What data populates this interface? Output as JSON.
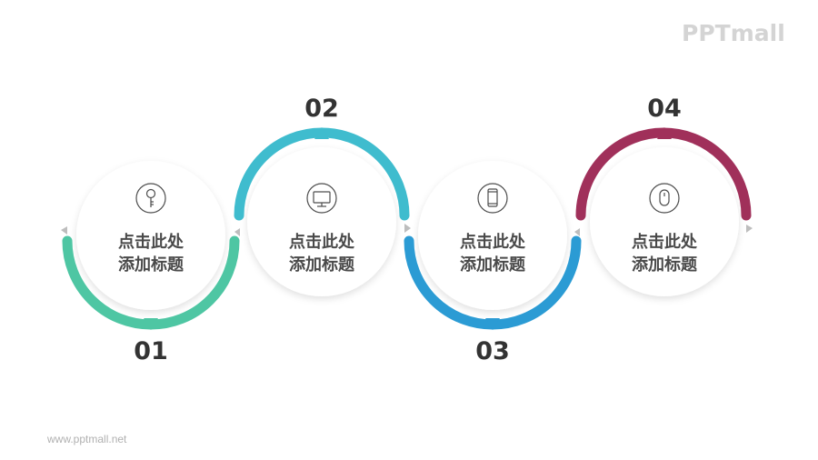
{
  "logo": {
    "text": "PPTmall"
  },
  "footer": {
    "url_text": "www.pptmall.net"
  },
  "colors": {
    "step1": "#4ec6a3",
    "step2": "#3fbcce",
    "step3": "#2b9bd4",
    "step4": "#a0305a"
  },
  "steps": [
    {
      "number": "01",
      "title_line1": "点击此处",
      "title_line2": "添加标题",
      "icon": "key-icon"
    },
    {
      "number": "02",
      "title_line1": "点击此处",
      "title_line2": "添加标题",
      "icon": "monitor-icon"
    },
    {
      "number": "03",
      "title_line1": "点击此处",
      "title_line2": "添加标题",
      "icon": "phone-icon"
    },
    {
      "number": "04",
      "title_line1": "点击此处",
      "title_line2": "添加标题",
      "icon": "mouse-icon"
    }
  ]
}
